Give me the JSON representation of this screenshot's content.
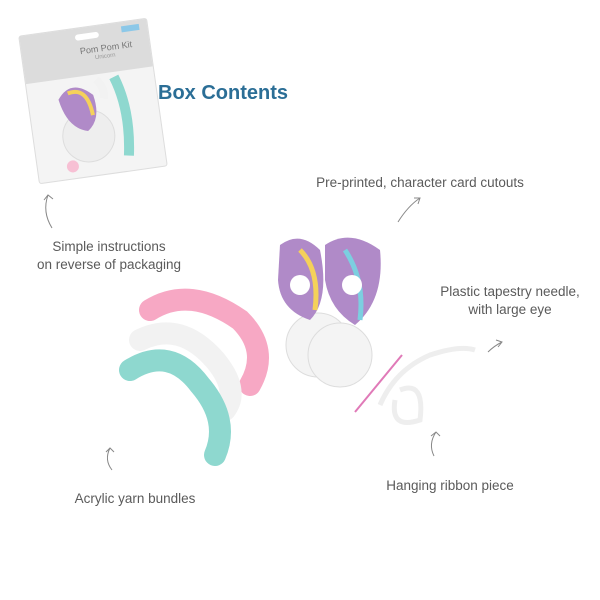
{
  "title": "Box Contents",
  "package": {
    "label": "Pom Pom Kit",
    "sublabel": "Unicorn"
  },
  "labels": {
    "instructions": [
      "Simple instructions",
      "on reverse of packaging"
    ],
    "cards": "Pre-printed, character card cutouts",
    "needle": [
      "Plastic tapestry needle,",
      "with large eye"
    ],
    "yarn": "Acrylic yarn bundles",
    "ribbon": "Hanging ribbon piece"
  },
  "colors": {
    "title": "#2b6e96",
    "yarn_pink": "#f7a8c4",
    "yarn_white": "#f2f2f2",
    "yarn_mint": "#8ed8cf",
    "needle": "#e07ab8"
  }
}
